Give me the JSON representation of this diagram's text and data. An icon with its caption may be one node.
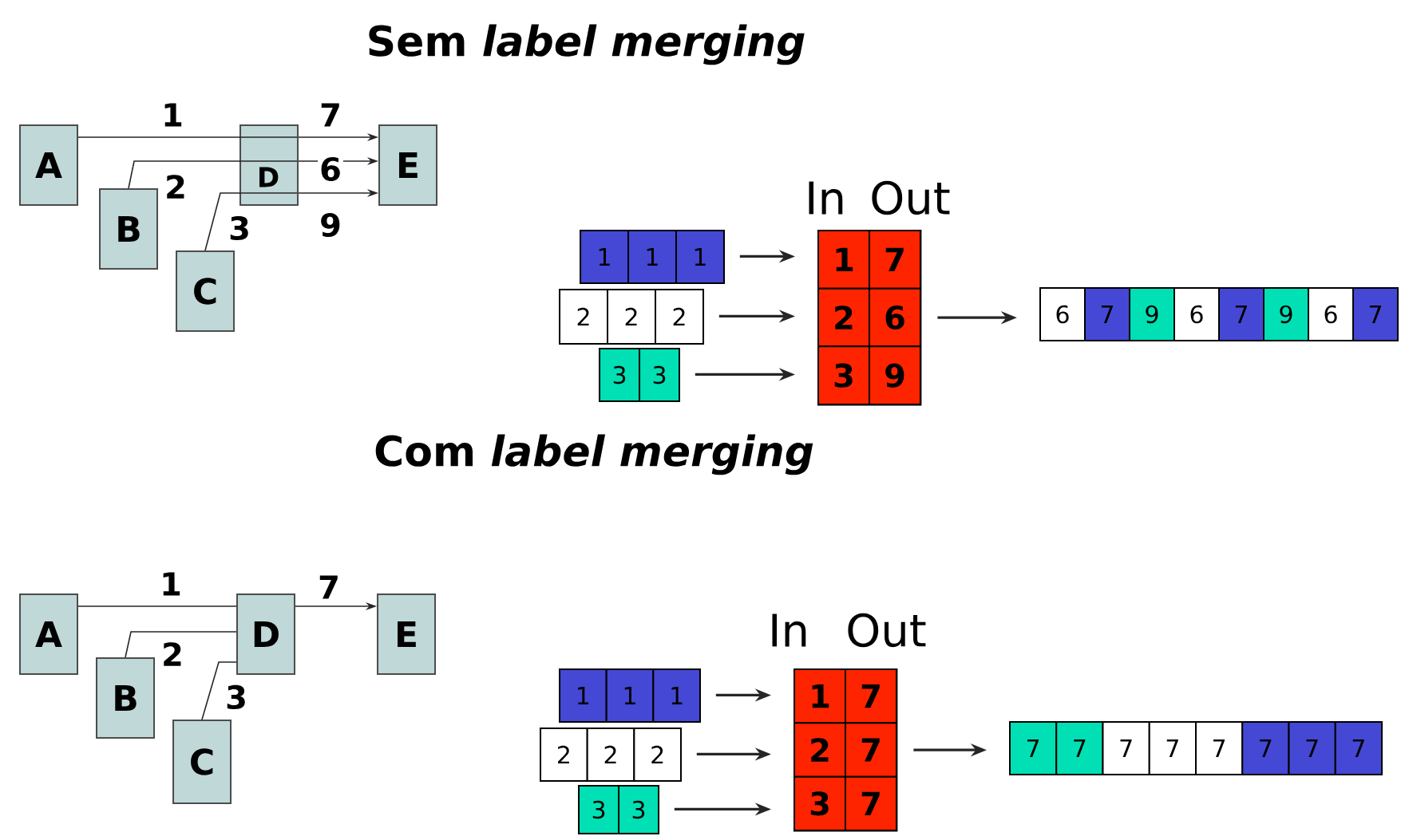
{
  "diagram": {
    "title": "Sem *label merging*",
    "nodes": [
      {
        "text": [
          "A"
        ]
      },
      {
        "text": [
          "B"
        ]
      },
      {
        "text": [
          "C"
        ]
      },
      {
        "text": [
          "D"
        ]
      },
      {
        "text": [
          "E"
        ]
      },
      {
        "text": [
          "1",
          "1",
          "1"
        ]
      },
      {
        "text": [
          "2",
          "2",
          "2"
        ]
      },
      {
        "text": [
          "3",
          "3"
        ]
      },
      {
        "text": [
          "In",
          "Out"
        ]
      },
      {
        "text": [
          "1",
          "7"
        ],
        "in": 8
      },
      {
        "text": [
          "2",
          "6"
        ],
        "in": 8
      },
      {
        "text": [
          "3",
          "9"
        ],
        "in": 8
      },
      {
        "text": [
          "6",
          "7",
          "9",
          "6",
          "7",
          "9",
          "6",
          "7"
        ]
      },
      {
        "text": [
          "A"
        ]
      },
      {
        "text": [
          "B"
        ]
      },
      {
        "text": [
          "C"
        ]
      },
      {
        "text": [
          "D"
        ]
      },
      {
        "text": [
          "E"
        ]
      },
      {
        "text": [
          "1",
          "1",
          "1"
        ]
      },
      {
        "text": [
          "2",
          "2",
          "2"
        ]
      },
      {
        "text": [
          "3",
          "3"
        ]
      },
      {
        "text": [
          "In",
          "Out"
        ]
      },
      {
        "text": [
          "1",
          "7"
        ],
        "in": 21
      },
      {
        "text": [
          "2",
          "7"
        ],
        "in": 21
      },
      {
        "text": [
          "3",
          "7"
        ],
        "in": 21
      },
      {
        "text": [
          "7",
          "7",
          "7",
          "7",
          "7",
          "7",
          "7",
          "7"
        ]
      }
    ],
    "edges": [
      {
        "from": 0,
        "to": 3,
        "arrow": "none",
        "label": "1"
      },
      {
        "from": 1,
        "to": 3,
        "arrow": "none",
        "label": "2"
      },
      {
        "from": 2,
        "to": 3,
        "arrow": "none",
        "label": "3"
      },
      {
        "from": 3,
        "to": 4,
        "arrow": "to",
        "label": "7"
      },
      {
        "from": 3,
        "to": 4,
        "arrow": "to",
        "label": "6"
      },
      {
        "from": 3,
        "to": 4,
        "arrow": "to",
        "label": "9"
      },
      {
        "from": 5,
        "to": 9,
        "arrow": "to"
      },
      {
        "from": 6,
        "to": 10,
        "arrow": "to"
      },
      {
        "from": 7,
        "to": 11,
        "arrow": "to"
      },
      {
        "from": 8,
        "to": 12,
        "arrow": "to"
      },
      {
        "from": 13,
        "to": 16,
        "arrow": "none",
        "label": "1"
      },
      {
        "from": 14,
        "to": 16,
        "arrow": "none",
        "label": "2"
      },
      {
        "from": 15,
        "to": 16,
        "arrow": "none",
        "label": "3"
      },
      {
        "from": 16,
        "to": 17,
        "arrow": "to",
        "label": "7"
      },
      {
        "from": 18,
        "to": 22,
        "arrow": "to"
      },
      {
        "from": 19,
        "to": 23,
        "arrow": "to"
      },
      {
        "from": 20,
        "to": 24,
        "arrow": "to"
      },
      {
        "from": 21,
        "to": 25,
        "arrow": "to"
      }
    ],
    "labels": [
      "Com *label merging*"
    ]
  }
}
